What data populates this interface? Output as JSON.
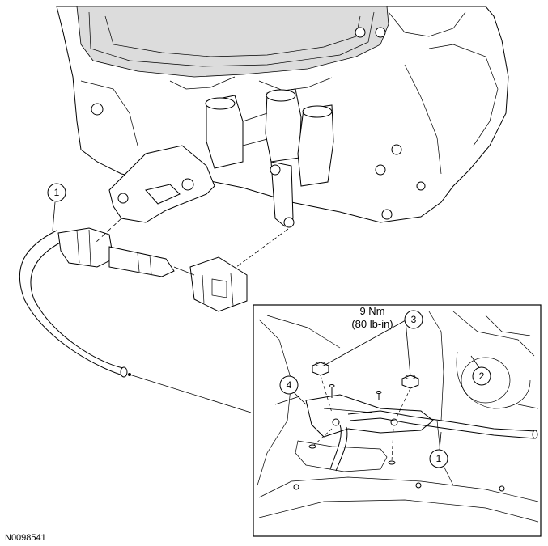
{
  "figure_id": "N0098541",
  "callouts": {
    "main_1": "1",
    "inset_1": "1",
    "inset_2": "2",
    "inset_3": "3",
    "inset_4": "4"
  },
  "torque": {
    "line1": "9 Nm",
    "line2": "(80 lb-in)"
  }
}
